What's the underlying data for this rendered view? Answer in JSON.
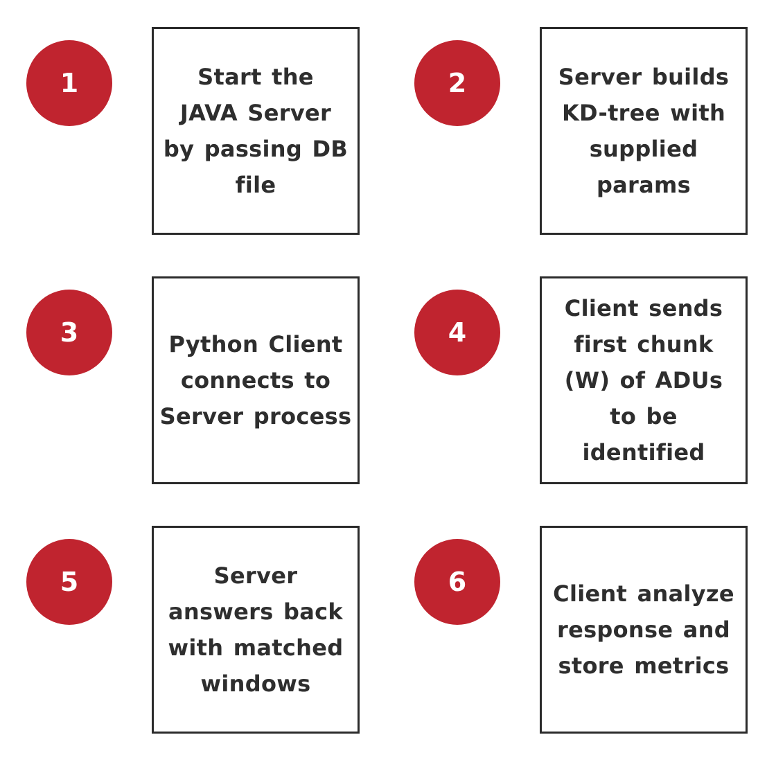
{
  "colors": {
    "circle_fill": "#c0242f",
    "box_border": "#2b2b2b",
    "text": "#2e2e2e"
  },
  "steps": [
    {
      "number": "1",
      "text": "Start the\nJAVA Server\nby passing DB\nfile"
    },
    {
      "number": "2",
      "text": "Server builds\nKD-tree with\nsupplied\nparams"
    },
    {
      "number": "3",
      "text": "Python Client\nconnects to\nServer process"
    },
    {
      "number": "4",
      "text": "Client sends\nfirst chunk\n(W) of ADUs\nto be\nidentified"
    },
    {
      "number": "5",
      "text": "Server\nanswers back\nwith matched\nwindows"
    },
    {
      "number": "6",
      "text": "Client analyze\nresponse and\nstore metrics"
    }
  ]
}
